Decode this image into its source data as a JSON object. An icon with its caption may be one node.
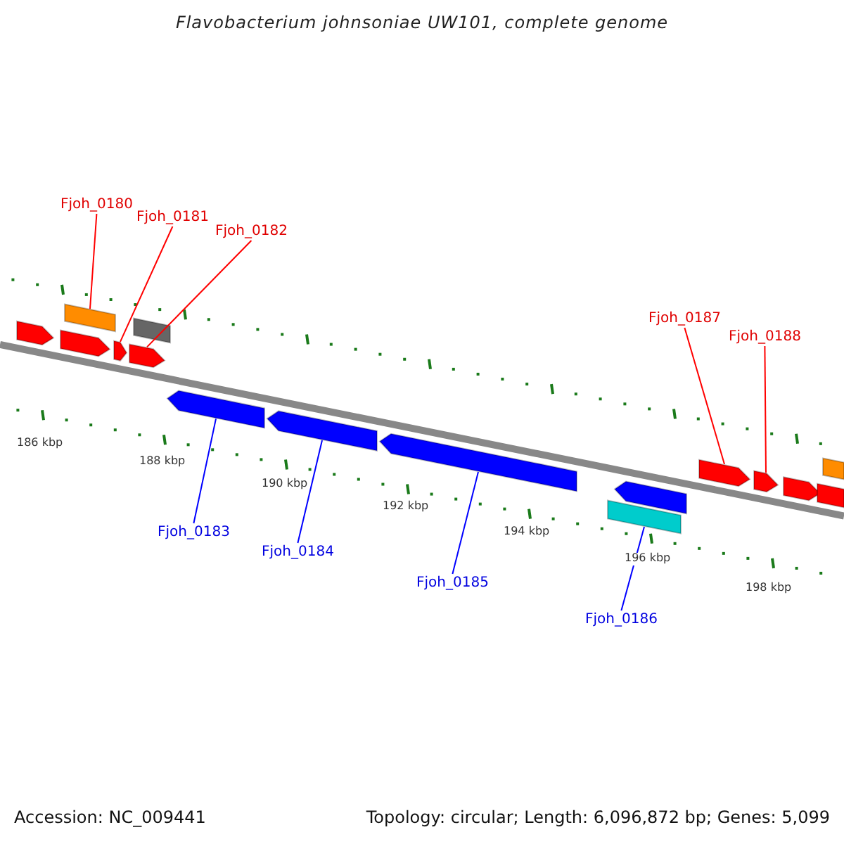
{
  "diagram": {
    "title": "Flavobacterium johnsoniae UW101, complete genome",
    "nodes": [
      {
        "text": [
          "Fjoh_0180"
        ]
      },
      {
        "text": [
          "Fjoh_0181"
        ]
      },
      {
        "text": [
          "Fjoh_0182"
        ]
      },
      {
        "text": [
          "Fjoh_0183"
        ]
      },
      {
        "text": [
          "Fjoh_0184"
        ]
      },
      {
        "text": [
          "Fjoh_0185"
        ]
      },
      {
        "text": [
          "Fjoh_0186"
        ]
      },
      {
        "text": [
          "Fjoh_0187"
        ]
      },
      {
        "text": [
          "Fjoh_0188"
        ]
      },
      {
        "text": [],
        "shape": "arrow"
      },
      {
        "text": [],
        "shape": "bar"
      },
      {
        "text": [],
        "shape": "arrow"
      },
      {
        "text": [],
        "shape": "arrow"
      },
      {
        "text": [],
        "shape": "bar"
      },
      {
        "text": [],
        "shape": "arrow"
      },
      {
        "text": [],
        "shape": "arrow"
      },
      {
        "text": [],
        "shape": "arrow"
      },
      {
        "text": [],
        "shape": "arrow"
      },
      {
        "text": [],
        "shape": "arrow"
      },
      {
        "text": [],
        "shape": "bar"
      },
      {
        "text": [],
        "shape": "arrow"
      },
      {
        "text": [],
        "shape": "arrow"
      },
      {
        "text": [],
        "shape": "arrow"
      },
      {
        "text": [],
        "shape": "bar"
      },
      {
        "text": [],
        "shape": "arrow"
      }
    ],
    "edges": [
      {
        "from": 0,
        "to": 10,
        "arrow": "none"
      },
      {
        "from": 1,
        "to": 12,
        "arrow": "none"
      },
      {
        "from": 2,
        "to": 14,
        "arrow": "none"
      },
      {
        "from": 3,
        "to": 15,
        "arrow": "none",
        "color": "#0000ff"
      },
      {
        "from": 4,
        "to": 16,
        "arrow": "none",
        "color": "#0000ff"
      },
      {
        "from": 5,
        "to": 17,
        "arrow": "none",
        "color": "#0000ff"
      },
      {
        "from": 6,
        "to": 19,
        "arrow": "none",
        "color": "#0000ff"
      },
      {
        "from": 7,
        "to": 20,
        "arrow": "none"
      },
      {
        "from": 8,
        "to": 21,
        "arrow": "none"
      }
    ],
    "labels": [
      "186 kbp",
      "188 kbp",
      "190 kbp",
      "192 kbp",
      "194 kbp",
      "196 kbp",
      "198 kbp",
      "Accession: NC_009441",
      "Topology: circular; Length: 6,096,872 bp; Genes: 5,099"
    ]
  }
}
